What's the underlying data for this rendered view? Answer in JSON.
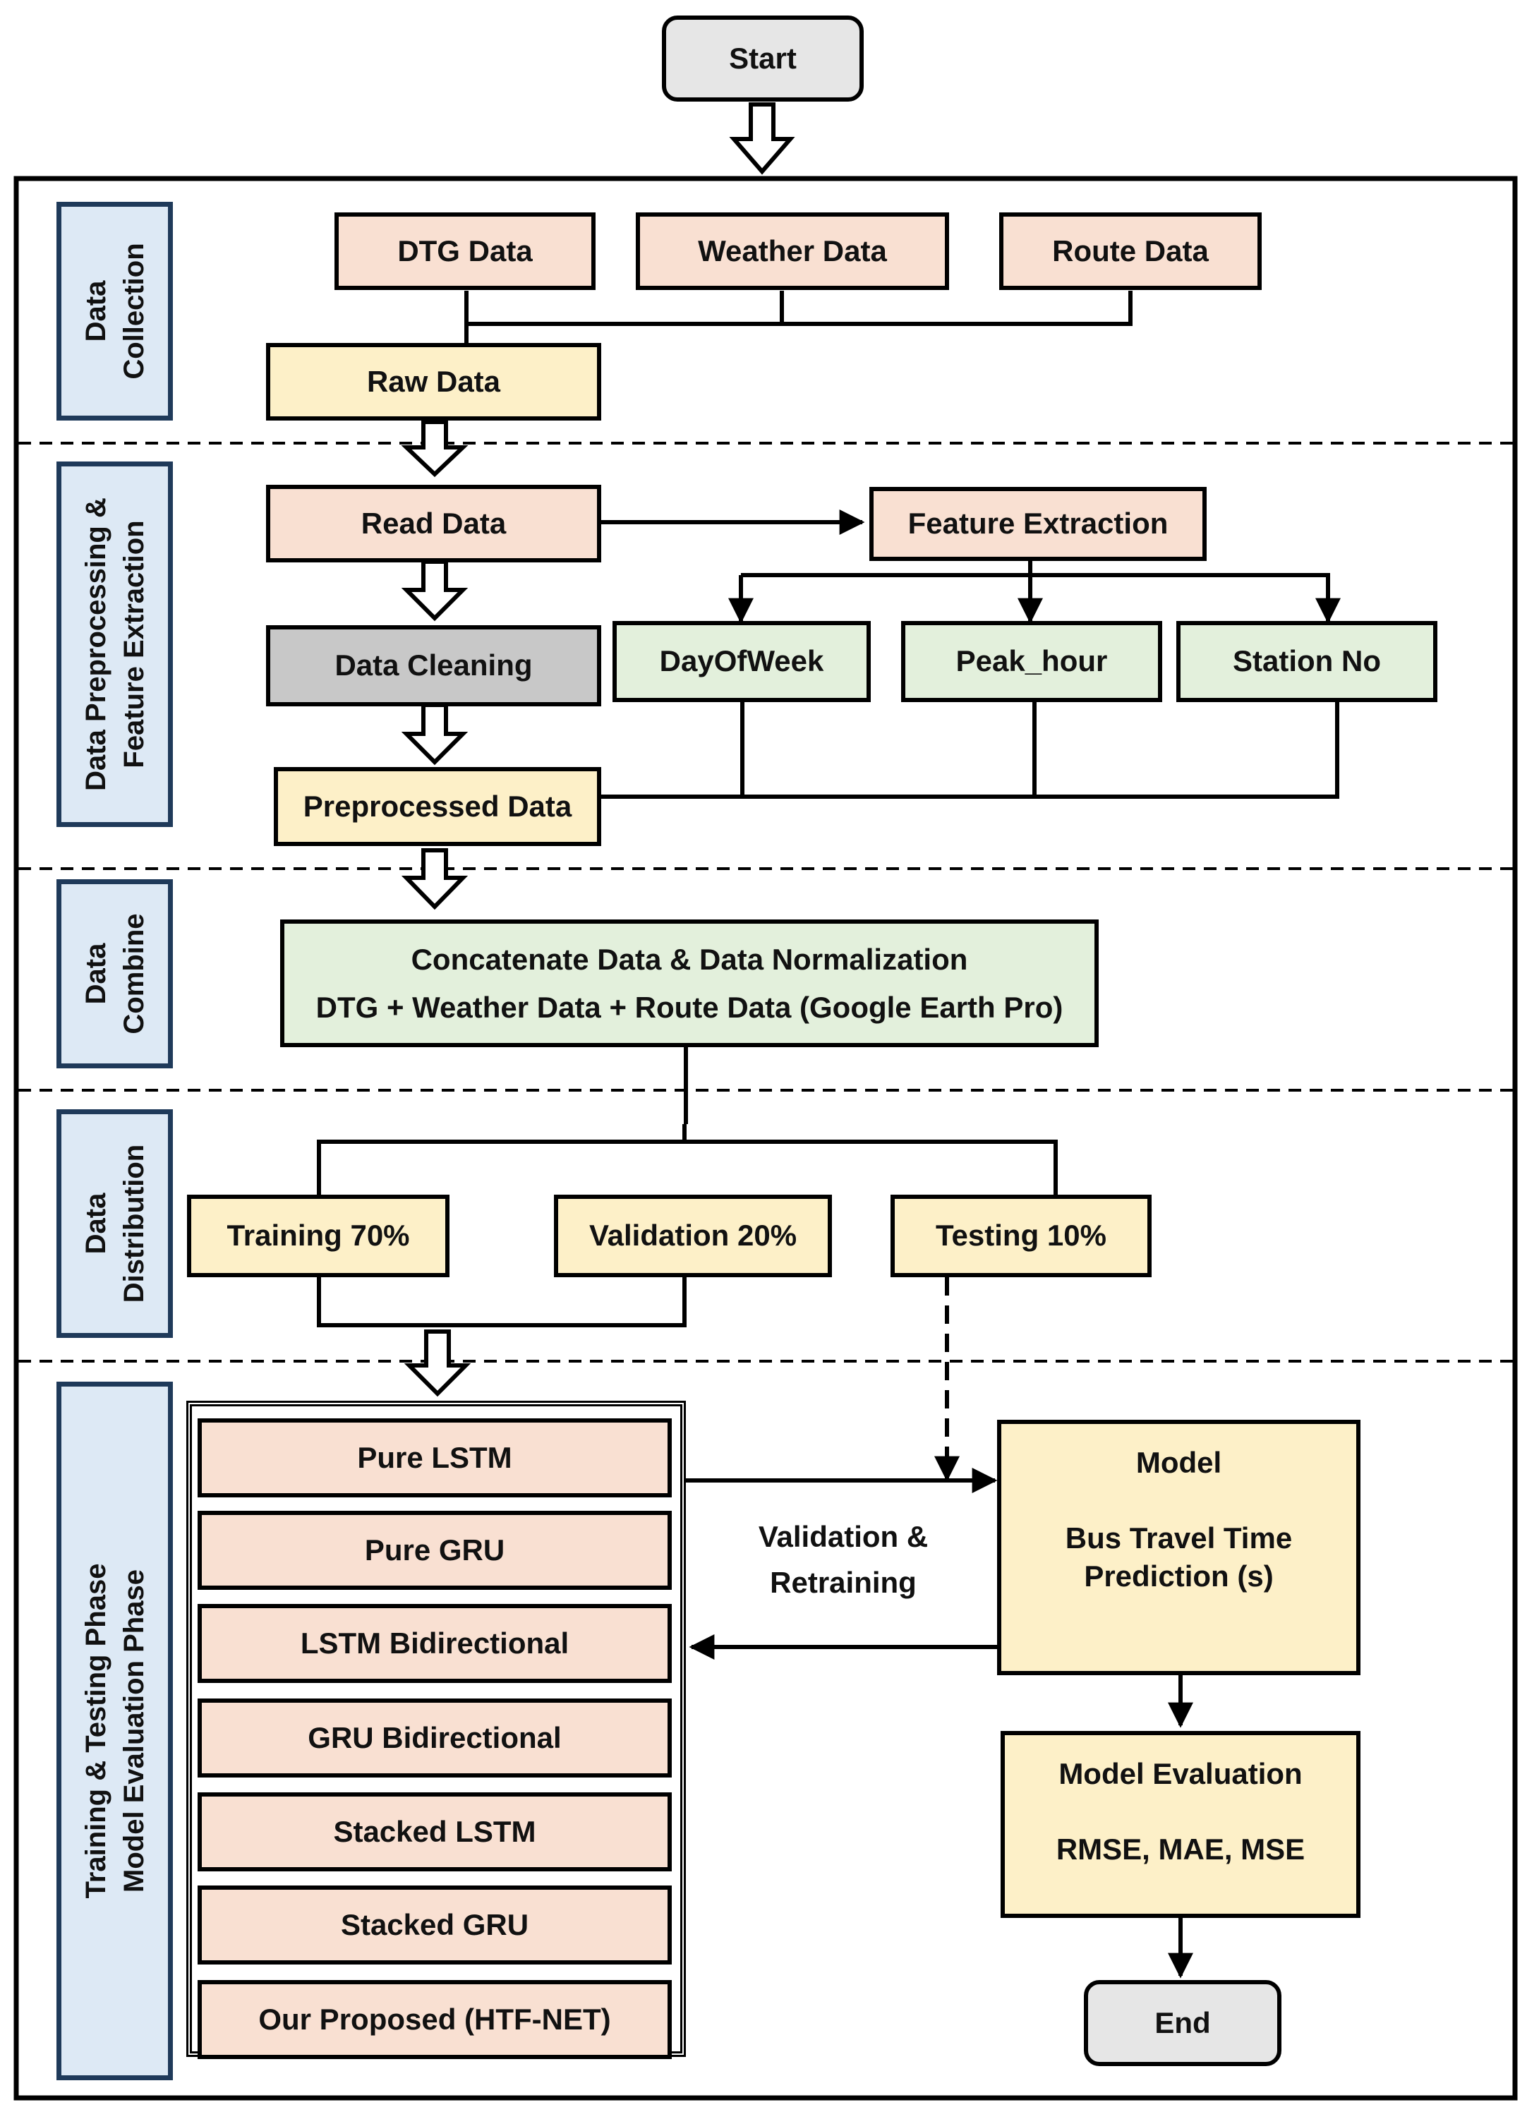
{
  "terminals": {
    "start": "Start",
    "end": "End"
  },
  "phases": {
    "collection": [
      "Data",
      "Collection"
    ],
    "preprocessing": [
      "Data Preprocessing &",
      "Feature Extraction"
    ],
    "combine": [
      "Data",
      "Combine"
    ],
    "distribution": [
      "Data",
      "Distribution"
    ],
    "training": [
      "Training & Testing Phase",
      "Model Evaluation Phase"
    ]
  },
  "collection": {
    "dtg": "DTG Data",
    "weather": "Weather Data",
    "route": "Route Data",
    "raw": "Raw Data"
  },
  "preprocessing": {
    "read": "Read Data",
    "cleaning": "Data Cleaning",
    "preprocessed": "Preprocessed Data",
    "feature_extraction": "Feature Extraction",
    "features": [
      "DayOfWeek",
      "Peak_hour",
      "Station No"
    ]
  },
  "combine": {
    "line1": "Concatenate Data & Data Normalization",
    "line2": "DTG + Weather Data + Route Data (Google Earth Pro)"
  },
  "distribution": {
    "training": "Training 70%",
    "validation": "Validation 20%",
    "testing": "Testing 10%"
  },
  "models": [
    "Pure LSTM",
    "Pure GRU",
    "LSTM Bidirectional",
    "GRU Bidirectional",
    "Stacked LSTM",
    "Stacked GRU",
    "Our Proposed (HTF-NET)"
  ],
  "loop_label": [
    "Validation &",
    "Retraining"
  ],
  "model_box": {
    "title": "Model",
    "line1": "Bus Travel Time",
    "line2": "Prediction (s)"
  },
  "evaluation": {
    "title": "Model Evaluation",
    "metrics": "RMSE, MAE, MSE"
  }
}
